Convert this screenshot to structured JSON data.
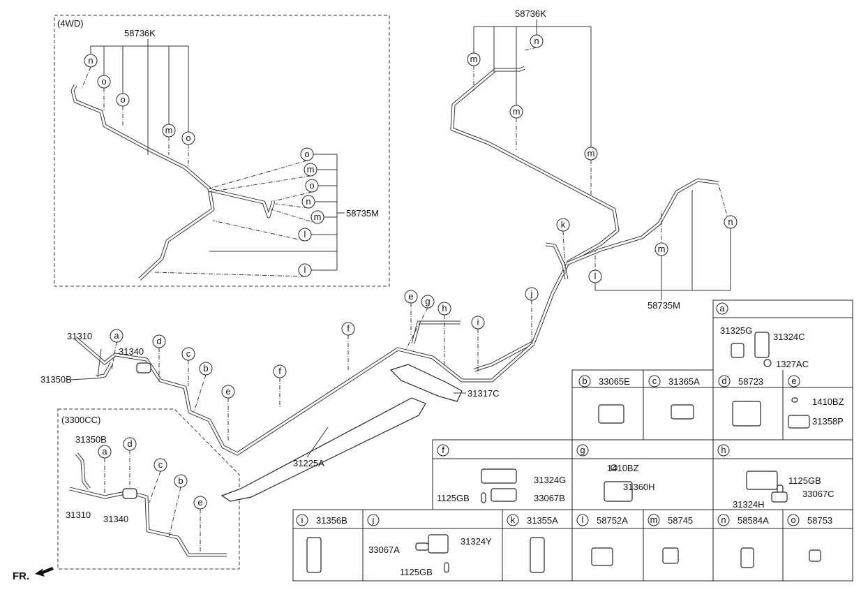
{
  "labels": {
    "top_4wd_group": "58736K",
    "top_right_group": "58736K",
    "box_4wd_title": "(4WD)",
    "mid_4wd_group": "58735M",
    "right_group_bottom": "58735M",
    "p31310": "31310",
    "p31340": "31340",
    "p31350B": "31350B",
    "p31317C": "31317C",
    "p31225A": "31225A",
    "box_3300_title": "(3300CC)",
    "p31350B_3300": "31350B",
    "p31310_3300": "31310",
    "p31340_3300": "31340",
    "front_marker": "FR."
  },
  "callouts": [
    "n",
    "o",
    "o",
    "m",
    "o",
    "o",
    "m",
    "o",
    "n",
    "m",
    "l",
    "l",
    "m",
    "n",
    "m",
    "m",
    "k",
    "n",
    "m",
    "l",
    "e",
    "g",
    "h",
    "i",
    "j",
    "f",
    "f",
    "e",
    "c",
    "b",
    "d",
    "a",
    "a",
    "d",
    "c",
    "b",
    "e"
  ],
  "table": {
    "a": {
      "letter": "a",
      "parts": [
        "31325G",
        "31324C",
        "1327AC"
      ]
    },
    "b": {
      "letter": "b",
      "title": "33065E"
    },
    "c": {
      "letter": "c",
      "title": "31365A"
    },
    "d": {
      "letter": "d",
      "title": "58723"
    },
    "e": {
      "letter": "e",
      "parts": [
        "1410BZ",
        "31358P"
      ]
    },
    "f": {
      "letter": "f",
      "parts": [
        "31324G",
        "1125GB",
        "33067B"
      ]
    },
    "g": {
      "letter": "g",
      "parts": [
        "1410BZ",
        "31360H"
      ]
    },
    "h": {
      "letter": "h",
      "parts": [
        "1125GB",
        "31324H",
        "33067C"
      ]
    },
    "i": {
      "letter": "i",
      "title": "31356B"
    },
    "j": {
      "letter": "j",
      "parts": [
        "33067A",
        "31324Y",
        "1125GB"
      ]
    },
    "k": {
      "letter": "k",
      "title": "31355A"
    },
    "l": {
      "letter": "l",
      "title": "58752A"
    },
    "m": {
      "letter": "m",
      "title": "58745"
    },
    "n": {
      "letter": "n",
      "title": "58584A"
    },
    "o": {
      "letter": "o",
      "title": "58753"
    }
  }
}
